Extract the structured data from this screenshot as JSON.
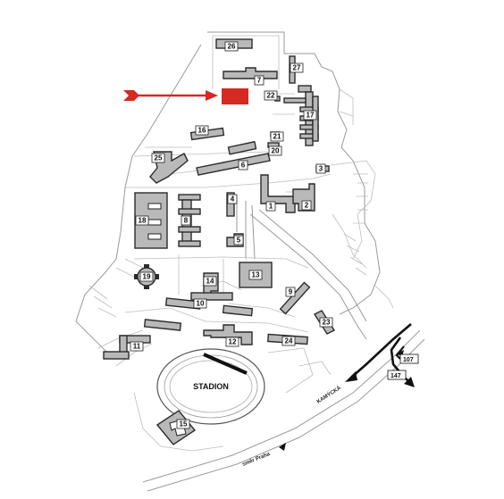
{
  "map": {
    "buildings": [
      {
        "id": "b1",
        "label": "1"
      },
      {
        "id": "b2",
        "label": "2"
      },
      {
        "id": "b3",
        "label": "3"
      },
      {
        "id": "b4",
        "label": "4"
      },
      {
        "id": "b5",
        "label": "5"
      },
      {
        "id": "b6",
        "label": "6"
      },
      {
        "id": "b7",
        "label": "7"
      },
      {
        "id": "b8",
        "label": "8"
      },
      {
        "id": "b9",
        "label": "9"
      },
      {
        "id": "b10",
        "label": "10"
      },
      {
        "id": "b11",
        "label": "11"
      },
      {
        "id": "b12",
        "label": "12"
      },
      {
        "id": "b13",
        "label": "13"
      },
      {
        "id": "b14",
        "label": "14"
      },
      {
        "id": "b15",
        "label": "15"
      },
      {
        "id": "b16",
        "label": "16"
      },
      {
        "id": "b17",
        "label": "17"
      },
      {
        "id": "b18",
        "label": "18"
      },
      {
        "id": "b19",
        "label": "19"
      },
      {
        "id": "b20",
        "label": "20"
      },
      {
        "id": "b21",
        "label": "21"
      },
      {
        "id": "b22",
        "label": "22"
      },
      {
        "id": "b23",
        "label": "23"
      },
      {
        "id": "b24",
        "label": "24"
      },
      {
        "id": "b25",
        "label": "25"
      },
      {
        "id": "b26",
        "label": "26"
      },
      {
        "id": "b27",
        "label": "27"
      }
    ],
    "stadium_label": "STADION",
    "street_kamycka": "KAMÝCKÁ",
    "direction_praha": "směr Praha",
    "routes": [
      {
        "label": "107"
      },
      {
        "label": "147"
      }
    ],
    "highlight_color": "#d42a22",
    "building_color": "#b9b9b9"
  }
}
